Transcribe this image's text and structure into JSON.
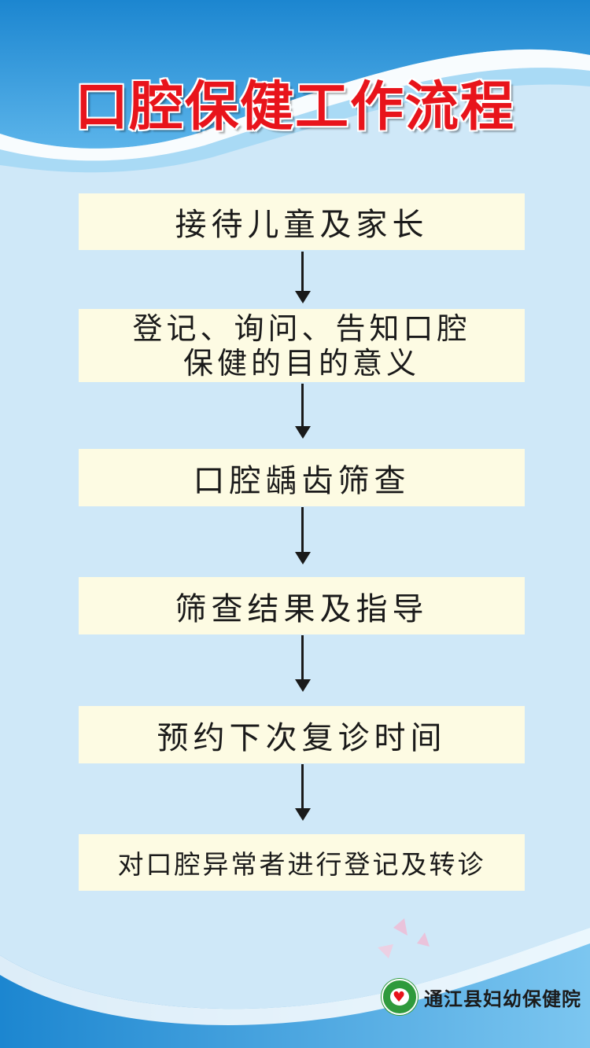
{
  "title": "口腔保健工作流程",
  "steps": [
    "接待儿童及家长",
    "登记、询问、告知口腔",
    "保健的目的意义",
    "口腔龋齿筛查",
    "筛查结果及指导",
    "预约下次复诊时间",
    "对口腔异常者进行登记及转诊"
  ],
  "footer": {
    "hospital": "通江县妇幼保健院"
  },
  "colors": {
    "title": "#e8141b",
    "box_fill": "#fdfbe3",
    "background": "#cfe8f8",
    "accent_blue": "#1f8fd6"
  }
}
